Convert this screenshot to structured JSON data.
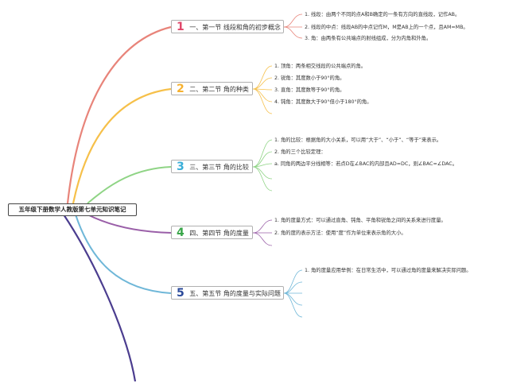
{
  "root": {
    "title": "五年级下册数学人教版第七单元知识笔记"
  },
  "sections": [
    {
      "num": "1",
      "title": "一、第一节 线段和角的初步概念",
      "color": "#e8847a",
      "num_color": "#e0476a",
      "items": [
        "1. 线段：由两个不同的点A和B确定的一条有方向的直线段，记作AB。",
        "2. 线段的中点：线段AB的中点记作M，M是AB上的一个点，且AM=MB。",
        "3. 角：由两条有公共端点的射线组成，分为内角和外角。"
      ]
    },
    {
      "num": "2",
      "title": "二、第二节 角的种类",
      "color": "#f6c04a",
      "num_color": "#f6b12f",
      "items": [
        "1. 顶角：两条相交线段的公共端点的角。",
        "2. 锐角：其度数小于90°的角。",
        "3. 直角：其度数等于90°的角。",
        "4. 钝角：其度数大于90°但小于180°的角。"
      ]
    },
    {
      "num": "3",
      "title": "三、第三节 角的比较",
      "color": "#8fd485",
      "num_color": "#3aaed8",
      "items": [
        "1. 角的比较：根据角的大小关系，可以用“大于”、“小于”、“等于”来表示。",
        "2. 角的三个比较定理：",
        "a. 同角的两边平分线相等：若点D在∠BAC的内部且AD=DC，则∠BAC=∠DAC。"
      ]
    },
    {
      "num": "4",
      "title": "四、第四节 角的度量",
      "color": "#9a5fa8",
      "num_color": "#3aa64a",
      "items": [
        "1. 角的度量方式：可以通过直角、钝角、平角和锐角之间的关系来进行度量。",
        "2. 角的度的表示方法：使用“度”作为单位来表示角的大小。"
      ]
    },
    {
      "num": "5",
      "title": "五、第五节 角的度量与实际问题",
      "color": "#6fb7d8",
      "num_color": "#2b4a9a",
      "items": [
        "1. 角的度量应用举例：在日常生活中，可以通过角的度量来解决实际问题。"
      ]
    }
  ],
  "extra_branch_color": "#4b3d8f"
}
